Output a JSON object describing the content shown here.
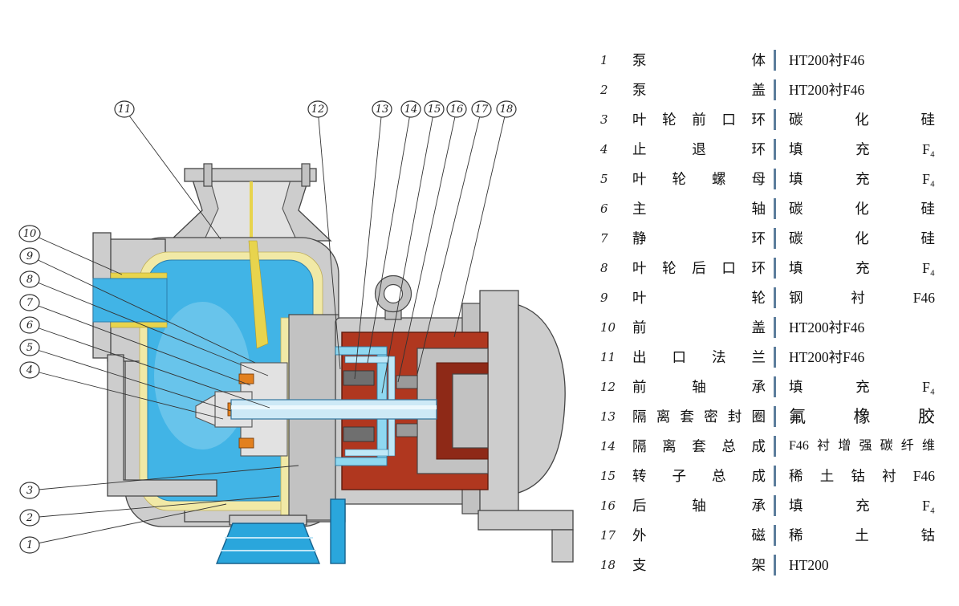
{
  "callouts": [
    "1",
    "2",
    "3",
    "4",
    "5",
    "6",
    "7",
    "8",
    "9",
    "10",
    "11",
    "12",
    "13",
    "14",
    "15",
    "16",
    "17",
    "18"
  ],
  "parts": [
    {
      "no": "1",
      "name": "泵体",
      "material": "HT200衬F46"
    },
    {
      "no": "2",
      "name": "泵盖",
      "material": "HT200衬F46"
    },
    {
      "no": "3",
      "name": "叶轮前口环",
      "material": "碳化硅"
    },
    {
      "no": "4",
      "name": "止退环",
      "material": "填充F₄"
    },
    {
      "no": "5",
      "name": "叶轮螺母",
      "material": "填充F₄"
    },
    {
      "no": "6",
      "name": "主轴",
      "material": "碳化硅"
    },
    {
      "no": "7",
      "name": "静环",
      "material": "碳化硅"
    },
    {
      "no": "8",
      "name": "叶轮后口环",
      "material": "填充F₄"
    },
    {
      "no": "9",
      "name": "叶轮",
      "material": "钢衬F46"
    },
    {
      "no": "10",
      "name": "前盖",
      "material": "HT200衬F46"
    },
    {
      "no": "11",
      "name": "出口法兰",
      "material": "HT200衬F46"
    },
    {
      "no": "12",
      "name": "前轴承",
      "material": "填充F₄"
    },
    {
      "no": "13",
      "name": "隔离套密封圈",
      "material": "氟橡胶"
    },
    {
      "no": "14",
      "name": "隔离套总成",
      "material": "F46衬增强碳纤维"
    },
    {
      "no": "15",
      "name": "转子总成",
      "material": "稀土钴衬F46"
    },
    {
      "no": "16",
      "name": "后轴承",
      "material": "填充F₄"
    },
    {
      "no": "17",
      "name": "外磁",
      "material": "稀土钴"
    },
    {
      "no": "18",
      "name": "支架",
      "material": "HT200"
    }
  ]
}
